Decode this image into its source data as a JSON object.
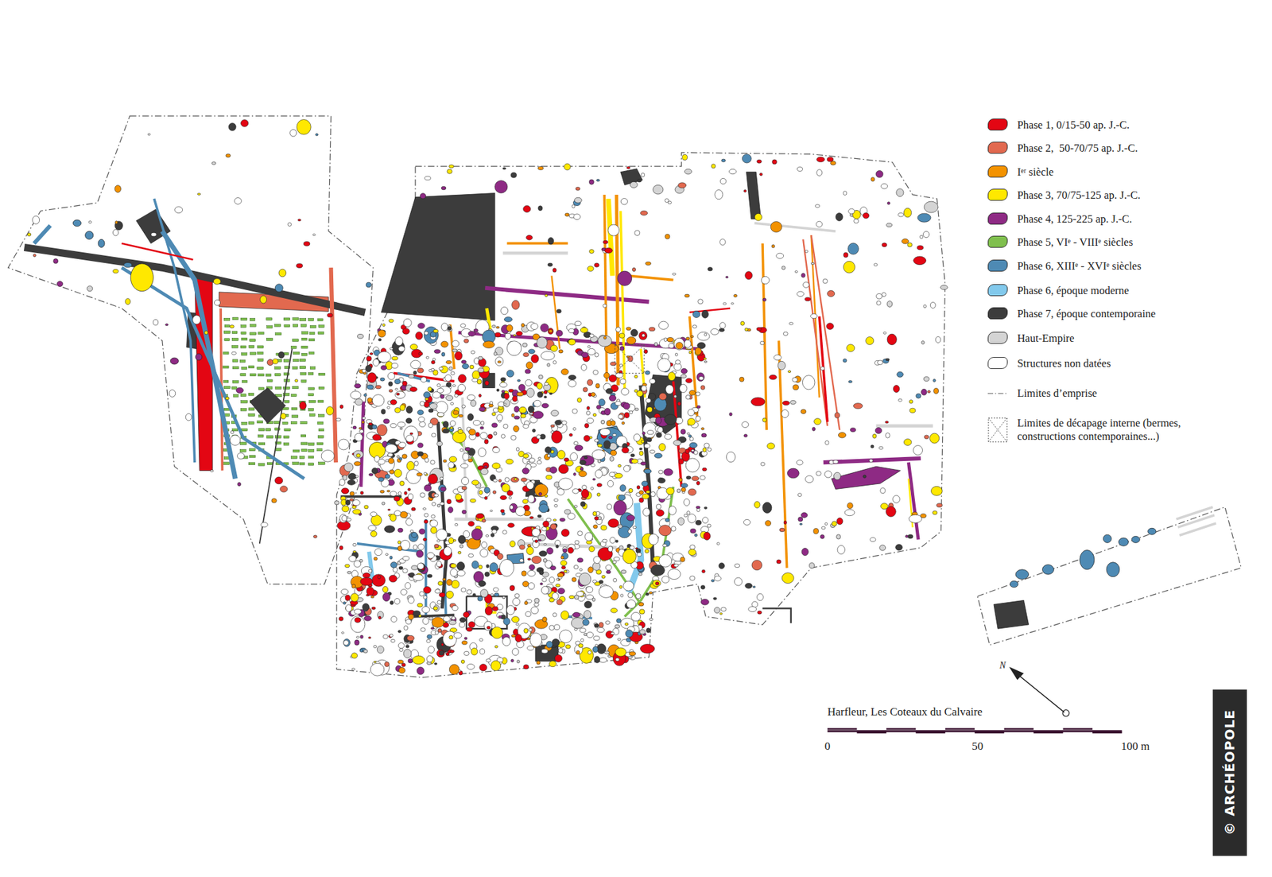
{
  "diagram": {
    "labels": [
      "Harfleur, Les Coteaux du Calvaire",
      "0",
      "50",
      "100 m",
      "N",
      "© ARCHÉOPOLE"
    ],
    "legend": [
      {
        "text": "Phase 1, 0/15-50 ap. J.-C.",
        "color": "#e30613"
      },
      {
        "text": "Phase 2,  50-70/75 ap. J.-C.",
        "color": "#e2694f"
      },
      {
        "text": "Iᵉʳ siècle",
        "color": "#f39200"
      },
      {
        "text": "Phase 3, 70/75-125 ap. J.-C.",
        "color": "#ffe800"
      },
      {
        "text": "Phase 4, 125-225 ap. J.-C.",
        "color": "#8e2a84"
      },
      {
        "text": "Phase 5, VIᵉ - VIIIᵉ siècles",
        "color": "#7fbf4d"
      },
      {
        "text": "Phase 6, XIIIᵉ - XVIᵉ siècles",
        "color": "#4e8ab4"
      },
      {
        "text": "Phase 6, époque moderne",
        "color": "#82c9ec"
      },
      {
        "text": "Phase 7, époque contemporaine",
        "color": "#3c3c3c"
      },
      {
        "text": "Haut-Empire",
        "color": "#d4d4d4"
      },
      {
        "text": "Structures non datées",
        "color": "#ffffff"
      },
      {
        "text": "Limites d’emprise"
      },
      {
        "text": "Limites de décapage interne (bermes, constructions contemporaines...)"
      }
    ]
  }
}
